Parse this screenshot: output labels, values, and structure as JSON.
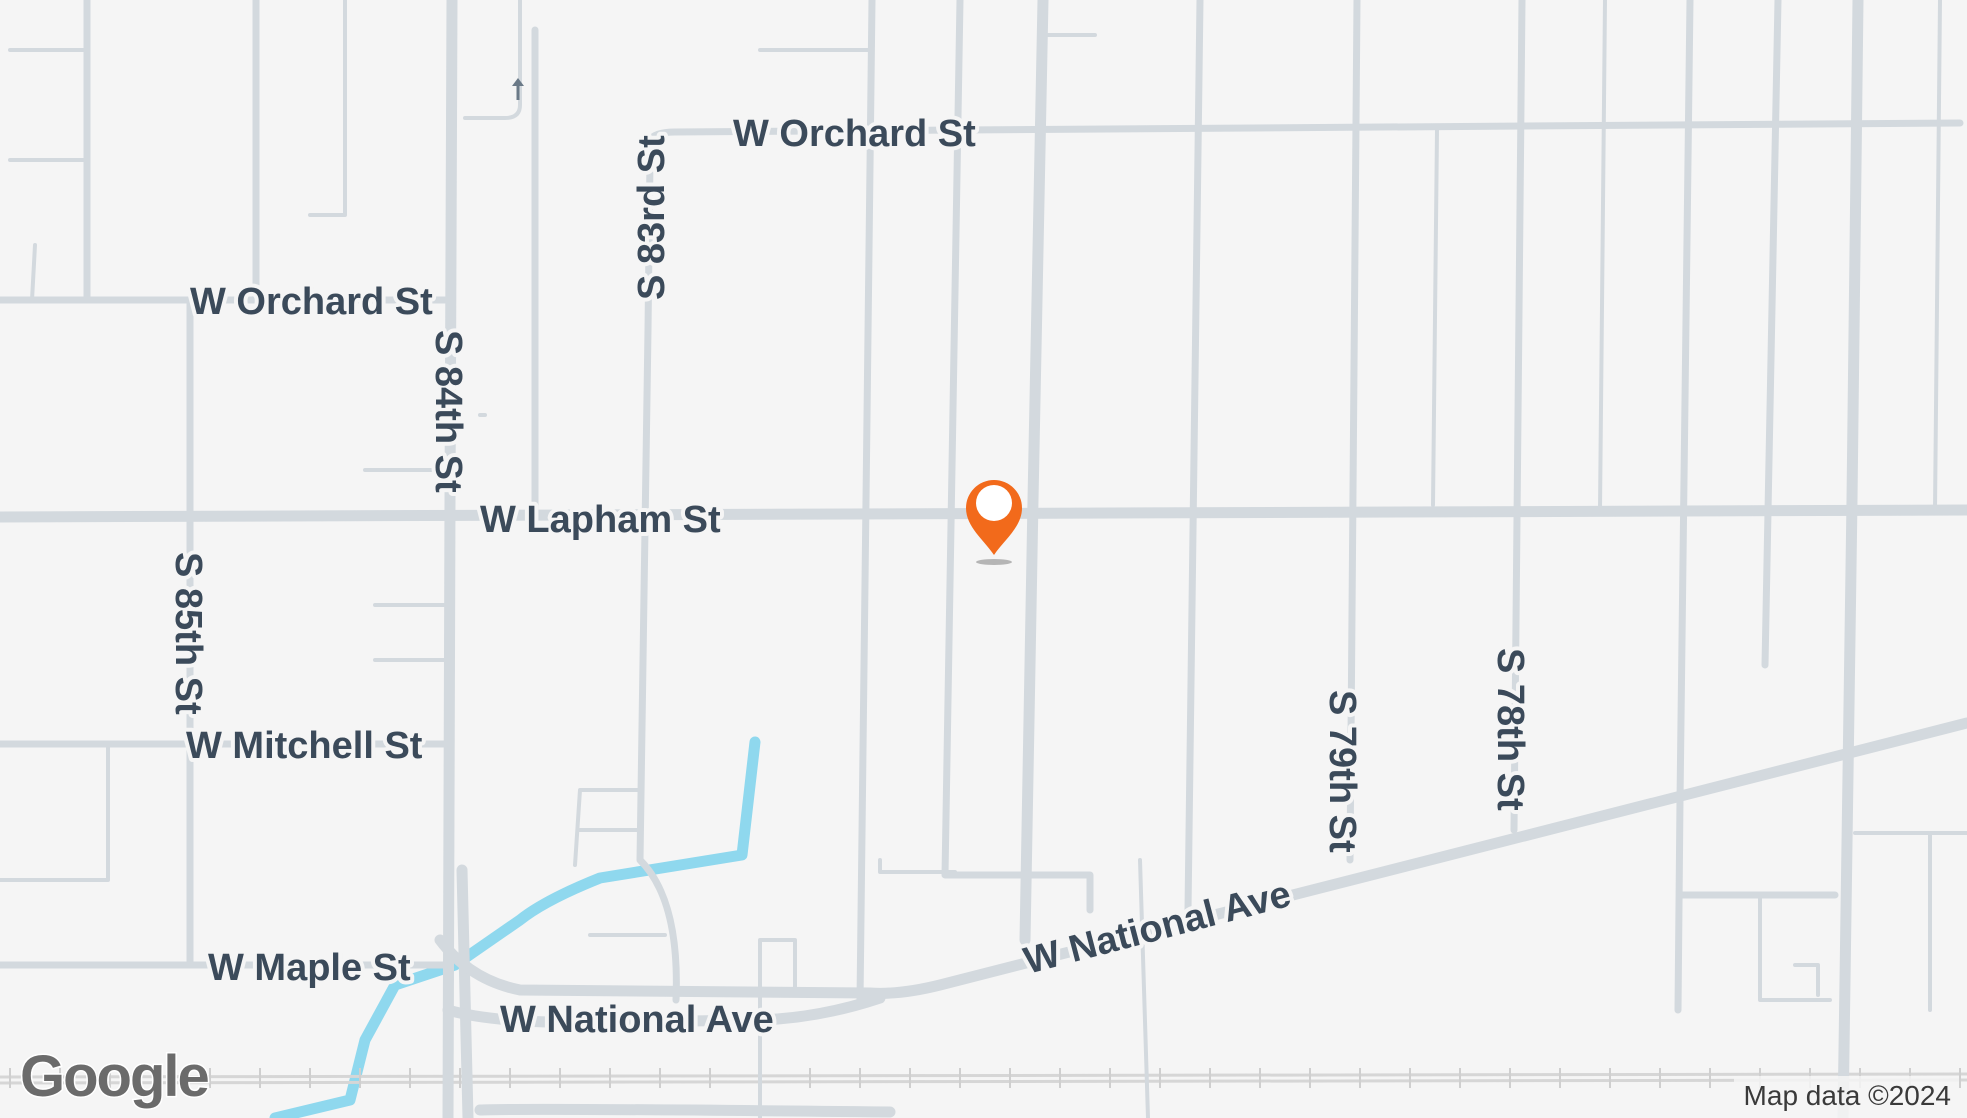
{
  "map": {
    "streets": {
      "w_orchard_st_east": "W Orchard St",
      "w_orchard_st_west": "W Orchard St",
      "s_83rd_st": "S 83rd St",
      "s_84th_st": "S 84th St",
      "s_85th_st": "S 85th St",
      "w_lapham_st": "W Lapham St",
      "w_mitchell_st": "W Mitchell St",
      "w_maple_st": "W Maple St",
      "w_national_ave_west": "W National Ave",
      "w_national_ave_east": "W National Ave",
      "s_79th_st": "S 79th St",
      "s_78th_st": "S 78th St"
    },
    "marker": {
      "color": "#f26a1b",
      "icon": "location-pin-icon"
    },
    "logo": "Google",
    "attribution": "Map data ©2024",
    "colors": {
      "background": "#f5f5f5",
      "road": "#d3d9de",
      "water": "#8fd8ee",
      "label": "#3b4a5a"
    }
  }
}
